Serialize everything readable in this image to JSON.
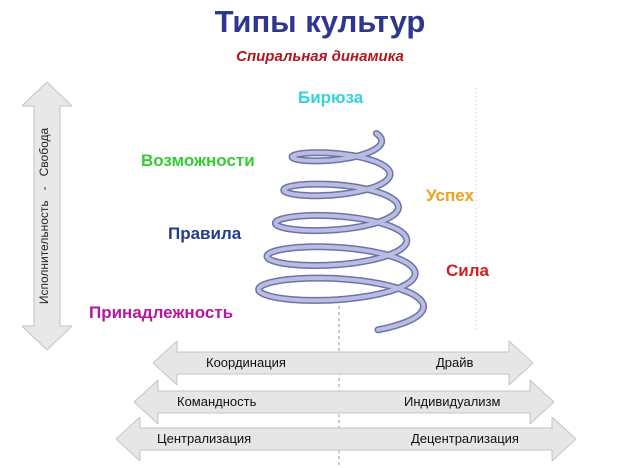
{
  "title": "Типы культур",
  "subtitle": "Спиральная динамика",
  "levels": {
    "turquoise": "Бирюза",
    "possibilities": "Возможности",
    "success": "Успех",
    "rules": "Правила",
    "power": "Сила",
    "belonging": "Принадлежность"
  },
  "vertical_axis": "Исполнительность   -   Свобода",
  "arrows": [
    {
      "left": "Координация",
      "right": "Драйв"
    },
    {
      "left": "Командность",
      "right": "Индивидуализм"
    },
    {
      "left": "Централизация",
      "right": "Децентрализация"
    }
  ],
  "colors": {
    "title": "#2f3590",
    "subtitle": "#b0171f",
    "turquoise": "#33d3dd",
    "possibilities": "#33cc33",
    "success": "#f0a020",
    "rules": "#233c8c",
    "power": "#d41f1f",
    "belonging": "#b5179e",
    "spiral": "#9aa1cf",
    "arrow_fill": "#e6e6e6"
  }
}
